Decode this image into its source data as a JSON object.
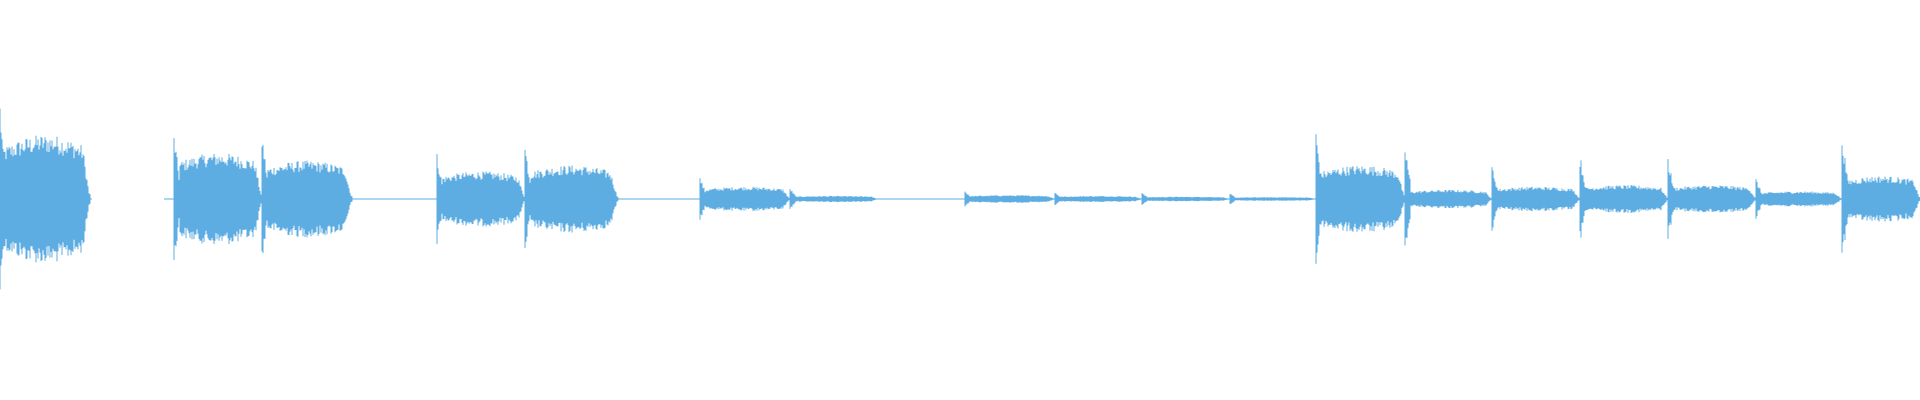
{
  "waveform": {
    "color": "#5dade2",
    "background": "#ffffff",
    "clips": [
      {
        "start": 0,
        "end": 90,
        "amp": 0.42,
        "attack_peak": 0.72,
        "onset": false
      },
      {
        "start": 174,
        "end": 262,
        "amp": 0.3,
        "attack_peak": 0.48,
        "onset": true
      },
      {
        "start": 262,
        "end": 352,
        "amp": 0.25,
        "attack_peak": 0.48,
        "onset": true
      },
      {
        "start": 437,
        "end": 525,
        "amp": 0.18,
        "attack_peak": 0.33,
        "onset": true
      },
      {
        "start": 525,
        "end": 618,
        "amp": 0.22,
        "attack_peak": 0.4,
        "onset": true
      },
      {
        "start": 700,
        "end": 790,
        "amp": 0.08,
        "attack_peak": 0.16,
        "onset": true
      },
      {
        "start": 790,
        "end": 878,
        "amp": 0.02,
        "attack_peak": 0.08,
        "onset": true
      },
      {
        "start": 965,
        "end": 1055,
        "amp": 0.025,
        "attack_peak": 0.06,
        "onset": true
      },
      {
        "start": 1055,
        "end": 1142,
        "amp": 0.02,
        "attack_peak": 0.05,
        "onset": true
      },
      {
        "start": 1142,
        "end": 1230,
        "amp": 0.015,
        "attack_peak": 0.05,
        "onset": true
      },
      {
        "start": 1230,
        "end": 1316,
        "amp": 0.012,
        "attack_peak": 0.04,
        "onset": true
      },
      {
        "start": 1316,
        "end": 1405,
        "amp": 0.22,
        "attack_peak": 0.5,
        "onset": true
      },
      {
        "start": 1405,
        "end": 1492,
        "amp": 0.06,
        "attack_peak": 0.4,
        "onset": true
      },
      {
        "start": 1492,
        "end": 1580,
        "amp": 0.08,
        "attack_peak": 0.25,
        "onset": true
      },
      {
        "start": 1580,
        "end": 1668,
        "amp": 0.09,
        "attack_peak": 0.32,
        "onset": true
      },
      {
        "start": 1668,
        "end": 1756,
        "amp": 0.09,
        "attack_peak": 0.3,
        "onset": true
      },
      {
        "start": 1756,
        "end": 1842,
        "amp": 0.05,
        "attack_peak": 0.15,
        "onset": true
      },
      {
        "start": 1842,
        "end": 1920,
        "amp": 0.15,
        "attack_peak": 0.48,
        "onset": true
      }
    ]
  }
}
